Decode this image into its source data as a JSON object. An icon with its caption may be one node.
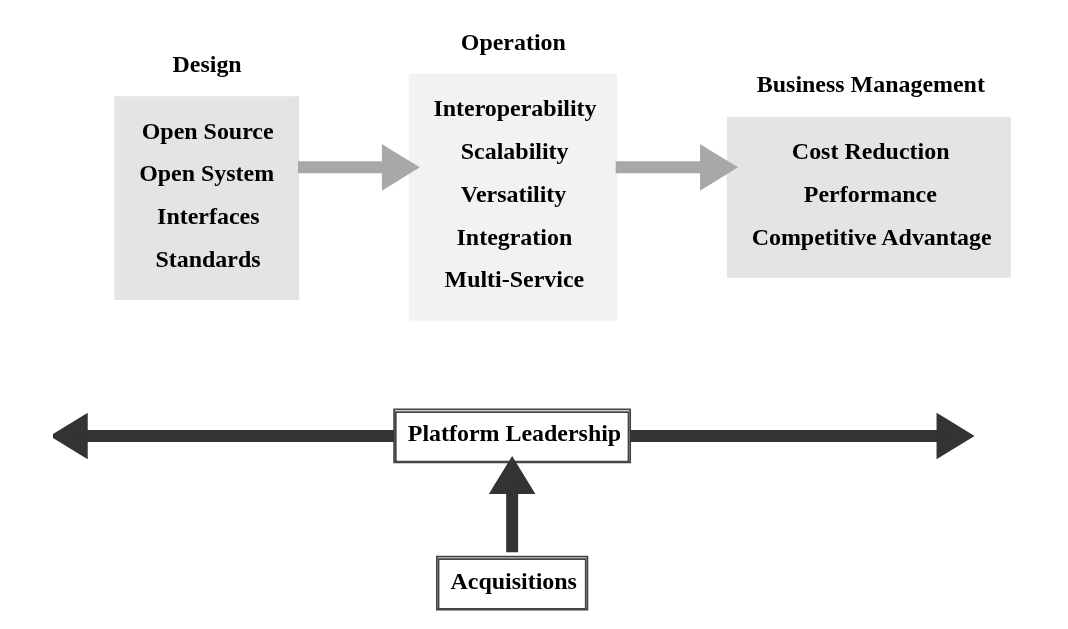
{
  "diagram": {
    "nodes": [
      {
        "text": [
          "Design",
          "Open Source",
          "Open System",
          "Interfaces",
          "Standards"
        ]
      },
      {
        "text": [
          "Operation",
          "Interoperability",
          "Scalability",
          "Versatility",
          "Integration",
          "Multi-Service"
        ]
      },
      {
        "text": [
          "Business Management",
          "Cost Reduction",
          "Performance",
          "Competitive Advantage"
        ]
      },
      {
        "text": [
          "Platform Leadership"
        ]
      },
      {
        "text": [
          "Acquisitions"
        ]
      }
    ],
    "edges": [
      {
        "from": 0,
        "to": 1,
        "arrow": "to",
        "color": "#a8a8a8"
      },
      {
        "from": 1,
        "to": 2,
        "arrow": "to",
        "color": "#a8a8a8"
      },
      {
        "from": 3,
        "to": null,
        "arrow": "to"
      },
      {
        "from": 3,
        "to": null,
        "arrow": "to"
      },
      {
        "from": 4,
        "to": 3,
        "arrow": "to"
      }
    ]
  }
}
